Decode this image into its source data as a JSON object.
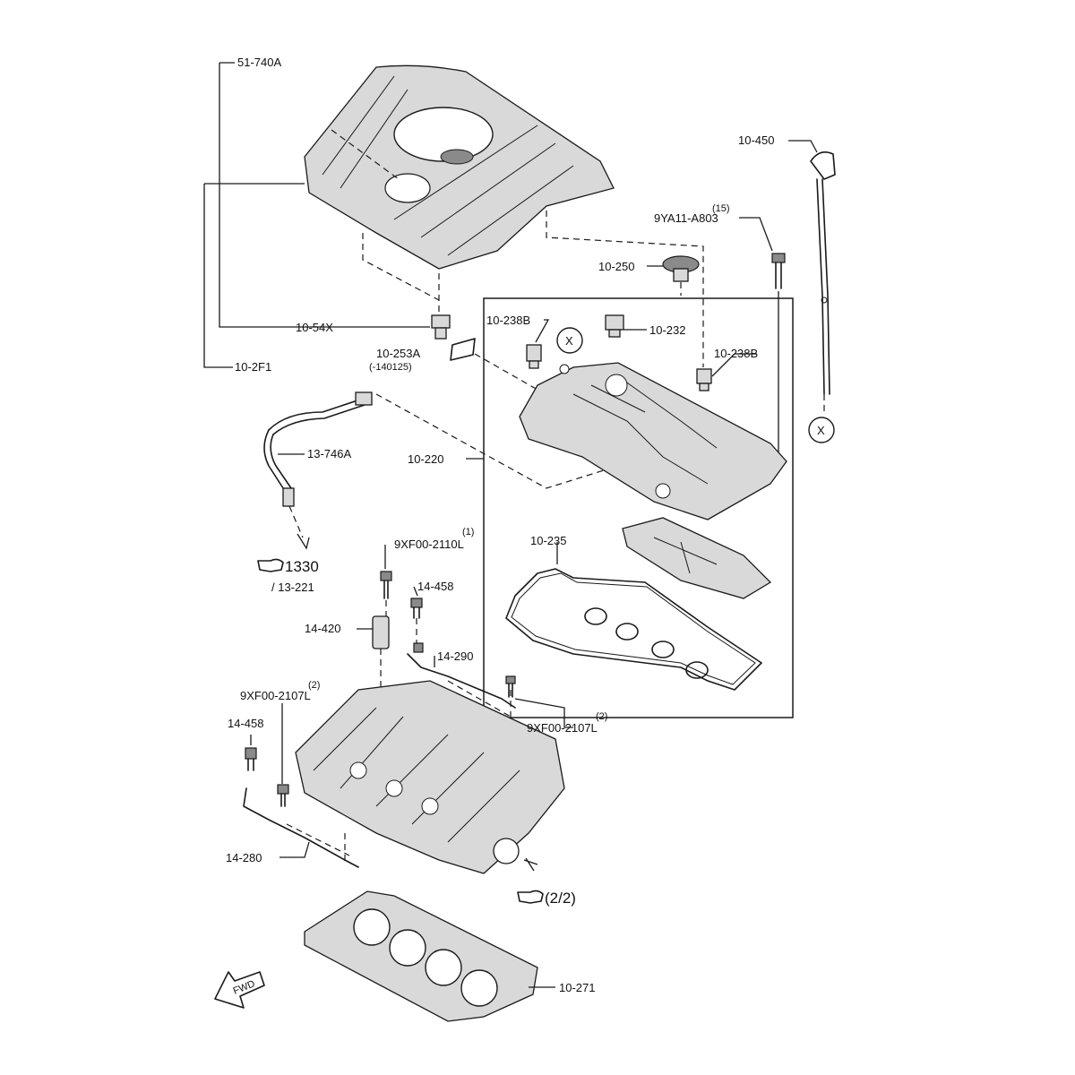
{
  "labels": {
    "engine_cover": "51-740A",
    "cover_insulator": "10-54X",
    "cover_assembly": "10-2F1",
    "caution_label": "10-253A",
    "caution_label_note": "(-140125)",
    "pcv_hose": "13-746A",
    "ref_page": "1330",
    "ref_sub": "/ 13-221",
    "dipstick": "10-450",
    "bolt_qty": "(15)",
    "bolt_code": "9YA11-A803",
    "oil_filler_cap": "10-250",
    "bushing_left": "10-238B",
    "bushing_center": "10-232",
    "bushing_right": "10-238B",
    "cylinder_head_cover": "10-220",
    "cover_gasket": "10-235",
    "bolt_upper_qty": "(1)",
    "bolt_upper": "9XF00-2110L",
    "plug_upper": "14-458",
    "oil_control_valve": "14-420",
    "pipe_upper": "14-290",
    "bolt_left_qty": "(2)",
    "bolt_left": "9XF00-2107L",
    "bolt_right_qty": "(2)",
    "bolt_right": "9XF00-2107L",
    "plug_lower": "14-458",
    "pipe_lower": "14-280",
    "ref_next": "(2/2)",
    "head_gasket": "10-271",
    "fwd": "FWD",
    "marker_x_top": "X",
    "marker_x_side": "X"
  }
}
